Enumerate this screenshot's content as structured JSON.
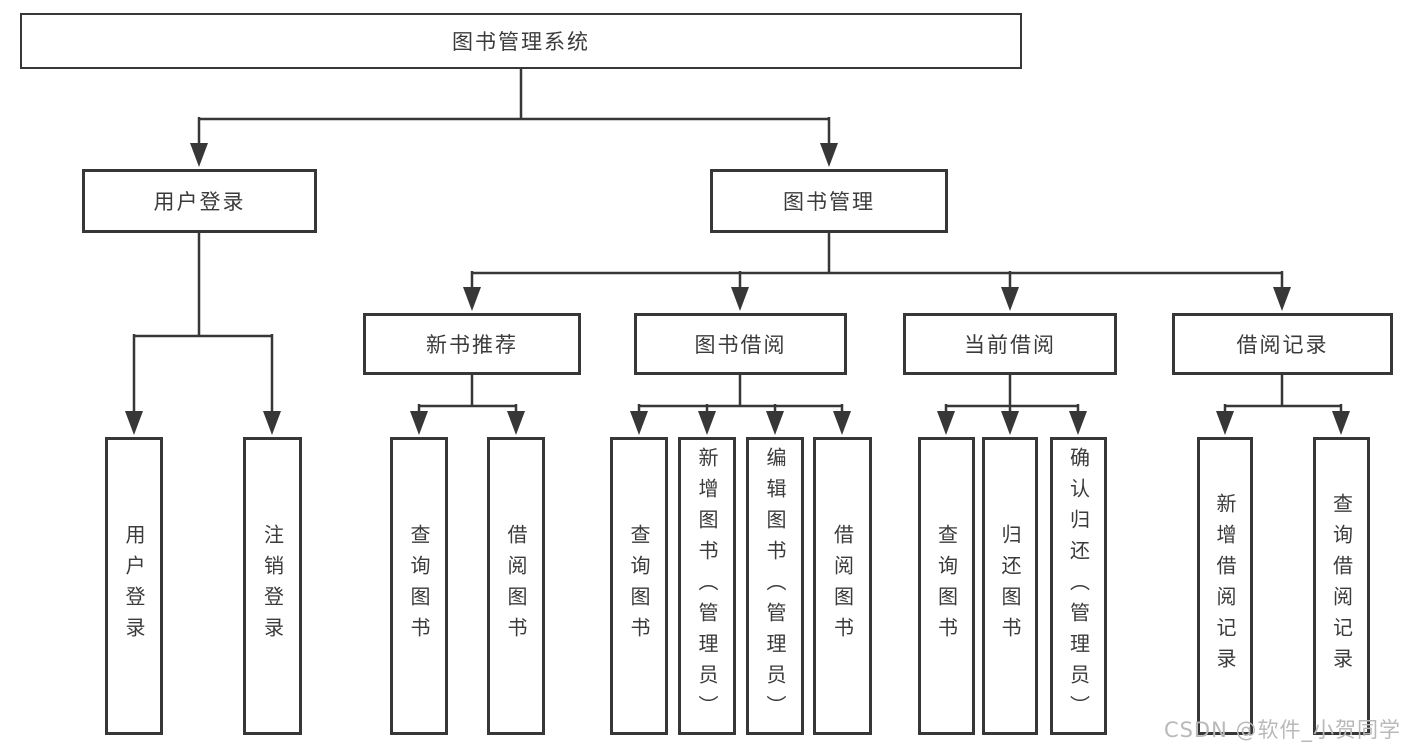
{
  "tree": {
    "label": "图书管理系统",
    "children": [
      {
        "label": "用户登录",
        "children": [
          {
            "label": "用户登录"
          },
          {
            "label": "注销登录"
          }
        ]
      },
      {
        "label": "图书管理",
        "children": [
          {
            "label": "新书推荐",
            "children": [
              {
                "label": "查询图书"
              },
              {
                "label": "借阅图书"
              }
            ]
          },
          {
            "label": "图书借阅",
            "children": [
              {
                "label": "查询图书"
              },
              {
                "label": "新增图书（管理员）"
              },
              {
                "label": "编辑图书（管理员）"
              },
              {
                "label": "借阅图书"
              }
            ]
          },
          {
            "label": "当前借阅",
            "children": [
              {
                "label": "查询图书"
              },
              {
                "label": "归还图书"
              },
              {
                "label": "确认归还（管理员）"
              }
            ]
          },
          {
            "label": "借阅记录",
            "children": [
              {
                "label": "新增借阅记录"
              },
              {
                "label": "查询借阅记录"
              }
            ]
          }
        ]
      }
    ]
  },
  "watermark": "CSDN @软件_小贺同学",
  "colors": {
    "line": "#373737",
    "text": "#3b3b3b",
    "watermark_text": "#b9b9b9",
    "background": "#ffffff"
  }
}
